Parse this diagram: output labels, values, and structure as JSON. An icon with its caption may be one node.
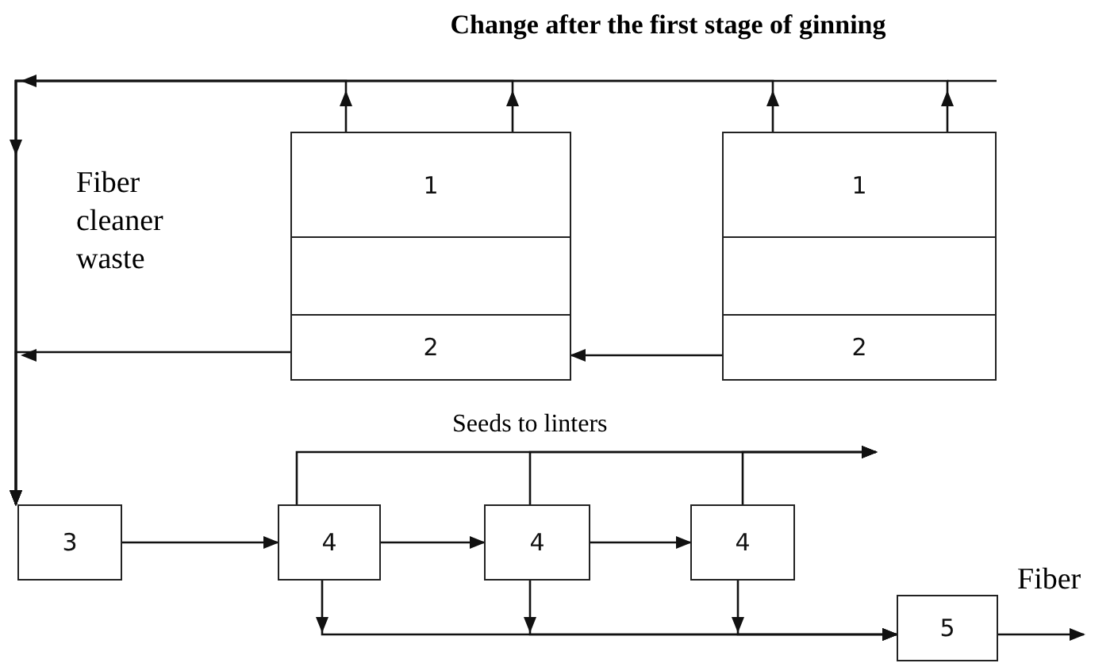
{
  "diagram": {
    "title": "Change after the first stage of ginning",
    "nodes": [
      {
        "text": [
          "1"
        ]
      },
      {
        "text": [],
        "shape": "box"
      },
      {
        "text": [
          "2"
        ]
      },
      {
        "text": [
          "1"
        ]
      },
      {
        "text": [],
        "shape": "box"
      },
      {
        "text": [
          "2"
        ]
      },
      {
        "text": [
          "3"
        ]
      },
      {
        "text": [
          "4"
        ]
      },
      {
        "text": [
          "4"
        ]
      },
      {
        "text": [
          "4"
        ]
      },
      {
        "text": [
          "5"
        ]
      }
    ],
    "edges": [
      {
        "from": 0,
        "to": 6,
        "arrow": "to"
      },
      {
        "from": 0,
        "to": 6,
        "arrow": "to"
      },
      {
        "from": 3,
        "to": 6,
        "arrow": "to"
      },
      {
        "from": 3,
        "to": 6,
        "arrow": "to"
      },
      {
        "from": 5,
        "to": 2,
        "arrow": "to"
      },
      {
        "from": 2,
        "to": 6,
        "arrow": "to"
      },
      {
        "from": 6,
        "to": 7,
        "arrow": "to"
      },
      {
        "from": 7,
        "to": 8,
        "arrow": "to"
      },
      {
        "from": 8,
        "to": 9,
        "arrow": "to"
      },
      {
        "from": 7,
        "to": 10,
        "arrow": "to"
      },
      {
        "from": 8,
        "to": 10,
        "arrow": "to"
      },
      {
        "from": 9,
        "to": 10,
        "arrow": "to"
      },
      {
        "from": 7,
        "to": null,
        "arrow": "to"
      },
      {
        "from": 8,
        "to": null,
        "arrow": "to"
      },
      {
        "from": 9,
        "to": null,
        "arrow": "to"
      },
      {
        "from": 10,
        "to": null,
        "arrow": "to",
        "label": "Fiber"
      }
    ],
    "labels": [
      "Fiber cleaner waste",
      "Seeds to linters"
    ]
  }
}
